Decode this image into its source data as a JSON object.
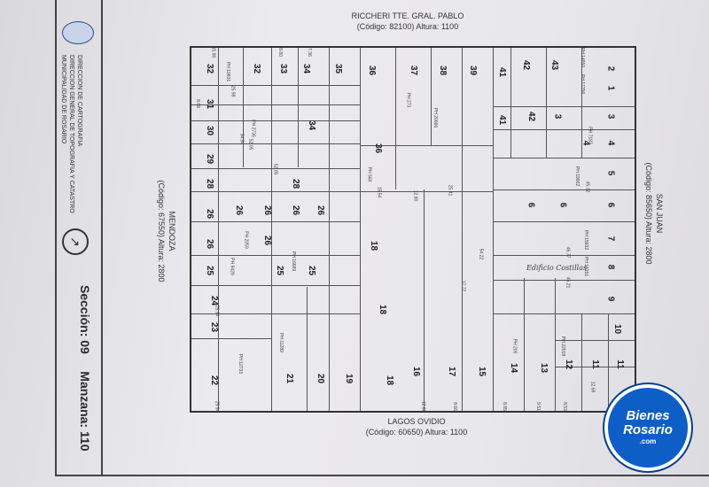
{
  "title_block": {
    "dept_line1": "DIRECCION DE CARTOGRAFIA",
    "dept_line2": "DIRECCION GENERAL DE TOPOGRAFIA Y CATASTRO",
    "dept_line3": "MUNICIPALIDAD DE ROSARIO",
    "seccion": "Sección: 09",
    "manzana": "Manzana: 110"
  },
  "streets": {
    "top_name": "RICCHERI TTE. GRAL. PABLO",
    "top_code": "(Código: 82100) Altura: 1100",
    "bottom_name": "LAGOS OVIDIO",
    "bottom_code": "(Código: 60650) Altura: 1100",
    "left_name": "MENDOZA",
    "left_code": "(Código: 67550) Altura: 2800",
    "right_name": "SAN JUAN",
    "right_code": "(Código: 85650) Altura: 2800"
  },
  "handwritten_note": "Edificio Costillas",
  "lots_left_col": [
    "32",
    "32",
    "33",
    "34",
    "35",
    "31",
    "30",
    "34",
    "29",
    "28",
    "28",
    "26",
    "26",
    "26",
    "26",
    "26",
    "26",
    "26",
    "25",
    "25",
    "25",
    "24",
    "23",
    "22",
    "21",
    "20",
    "19",
    "18",
    "18"
  ],
  "lots_mid": [
    "36",
    "37",
    "38",
    "39",
    "36",
    "16",
    "17",
    "15",
    "14",
    "13",
    "18"
  ],
  "lots_right_col": [
    "41",
    "42",
    "43",
    "2",
    "1",
    "41",
    "42",
    "3",
    "3",
    "4",
    "4",
    "5",
    "6",
    "6",
    "6",
    "7",
    "8",
    "9",
    "10",
    "11",
    "11",
    "12"
  ],
  "ph_labels": [
    "PH 19831",
    "PH 14550",
    "PH 17756",
    "PH 2736",
    "PH 273",
    "PH 20666",
    "PH 9429",
    "PH 16689",
    "PH 12733",
    "PH 11289",
    "PH 569",
    "PH 2059",
    "PH 19002",
    "PH 15932",
    "PH 18151",
    "PH 7183",
    "PH 22018",
    "PH 200"
  ],
  "measures": [
    "15.80",
    "8.80",
    "7.36",
    "8.68",
    "25.98",
    "52.05",
    "34.84",
    "52.05",
    "15.54",
    "12.80",
    "25.41",
    "45.32",
    "46.77",
    "54.22",
    "45.21",
    "25.94",
    "25.94",
    "17.72",
    "12.80",
    "8.66",
    "8.85",
    "9.51",
    "8.53",
    "12.69"
  ],
  "logo": {
    "line1": "Bienes",
    "line2": "Rosario",
    "line3": ".com"
  }
}
